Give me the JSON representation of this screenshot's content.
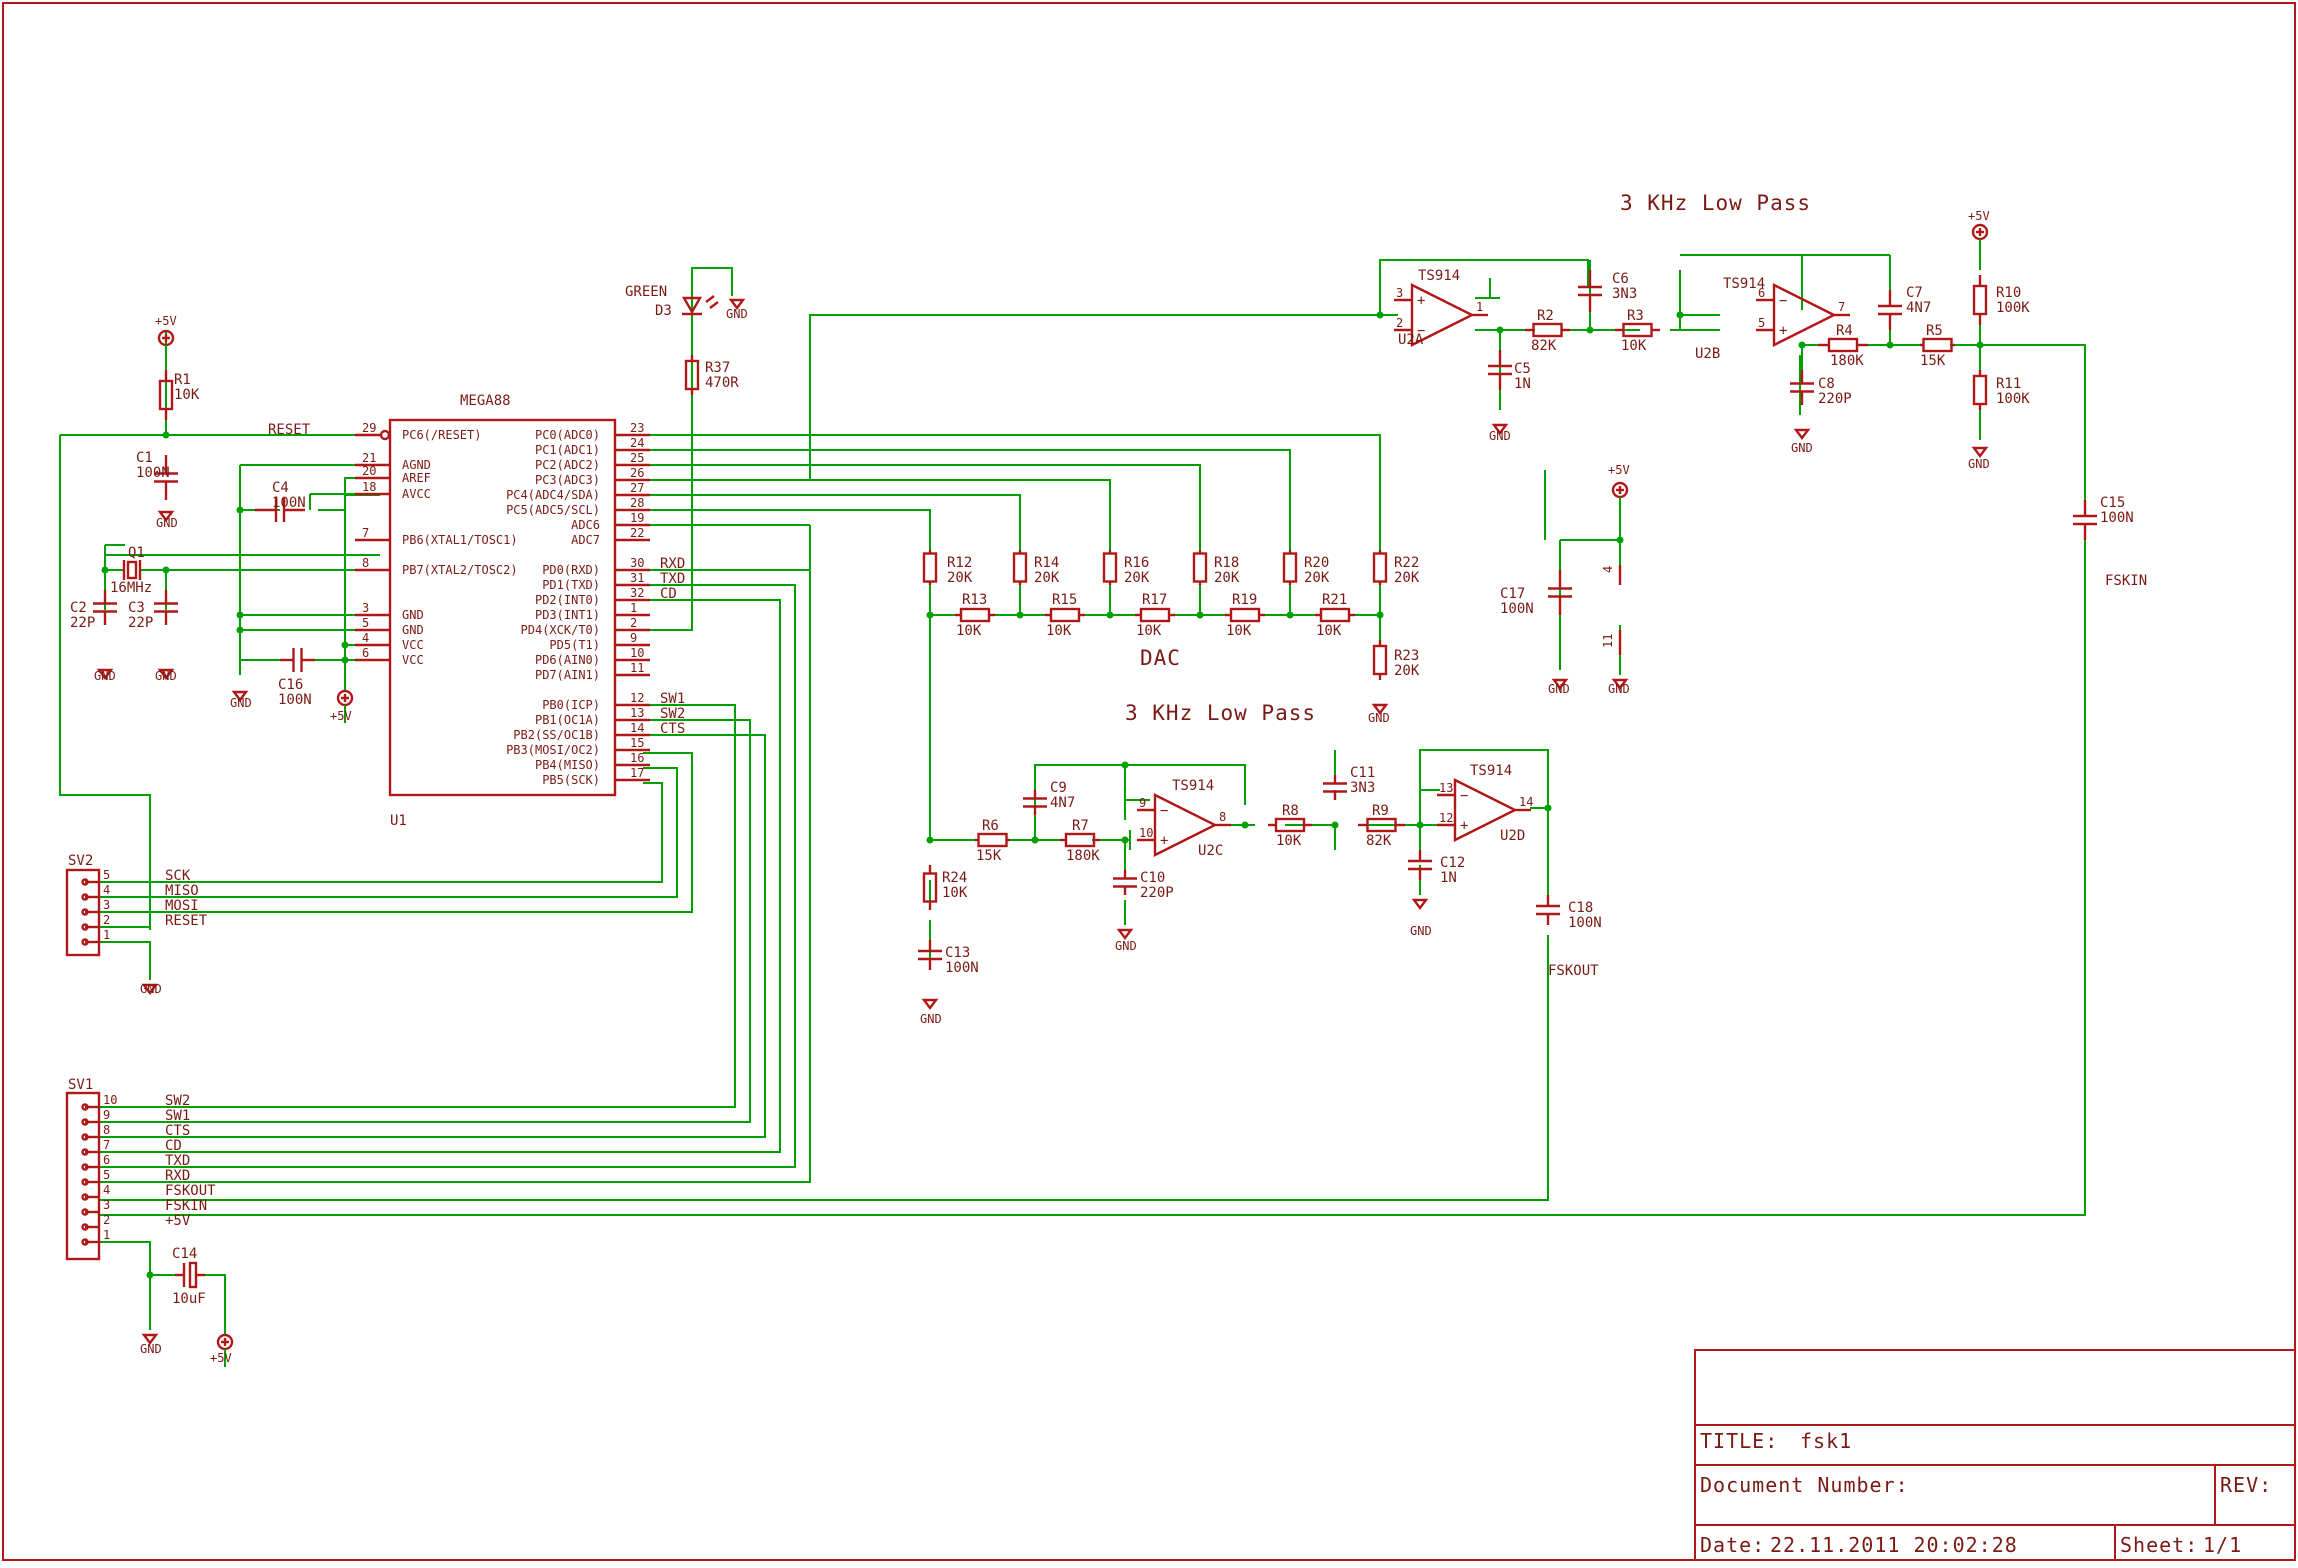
{
  "titles": {
    "lp_top": "3 KHz Low Pass",
    "lp_bottom": "3 KHz Low Pass",
    "dac": "DAC"
  },
  "ic": {
    "name": "MEGA88",
    "ref": "U1",
    "left_pins": [
      {
        "num": "29",
        "name": "PC6(/RESET)"
      },
      {
        "num": "21",
        "name": "AGND"
      },
      {
        "num": "20",
        "name": "AREF"
      },
      {
        "num": "18",
        "name": "AVCC"
      },
      {
        "num": "7",
        "name": "PB6(XTAL1/TOSC1)"
      },
      {
        "num": "8",
        "name": "PB7(XTAL2/TOSC2)"
      },
      {
        "num": "3",
        "name": "GND"
      },
      {
        "num": "5",
        "name": "GND"
      },
      {
        "num": "4",
        "name": "VCC"
      },
      {
        "num": "6",
        "name": "VCC"
      }
    ],
    "right_pins": [
      {
        "num": "23",
        "name": "PC0(ADC0)",
        "net": ""
      },
      {
        "num": "24",
        "name": "PC1(ADC1)",
        "net": ""
      },
      {
        "num": "25",
        "name": "PC2(ADC2)",
        "net": ""
      },
      {
        "num": "26",
        "name": "PC3(ADC3)",
        "net": ""
      },
      {
        "num": "27",
        "name": "PC4(ADC4/SDA)",
        "net": ""
      },
      {
        "num": "28",
        "name": "PC5(ADC5/SCL)",
        "net": ""
      },
      {
        "num": "19",
        "name": "ADC6",
        "net": ""
      },
      {
        "num": "22",
        "name": "ADC7",
        "net": ""
      },
      {
        "num": "30",
        "name": "PD0(RXD)",
        "net": "RXD"
      },
      {
        "num": "31",
        "name": "PD1(TXD)",
        "net": "TXD"
      },
      {
        "num": "32",
        "name": "PD2(INT0)",
        "net": "CD"
      },
      {
        "num": "1",
        "name": "PD3(INT1)",
        "net": ""
      },
      {
        "num": "2",
        "name": "PD4(XCK/T0)",
        "net": ""
      },
      {
        "num": "9",
        "name": "PD5(T1)",
        "net": ""
      },
      {
        "num": "10",
        "name": "PD6(AIN0)",
        "net": ""
      },
      {
        "num": "11",
        "name": "PD7(AIN1)",
        "net": ""
      },
      {
        "num": "12",
        "name": "PB0(ICP)",
        "net": "SW1"
      },
      {
        "num": "13",
        "name": "PB1(OC1A)",
        "net": "SW2"
      },
      {
        "num": "14",
        "name": "PB2(SS/OC1B)",
        "net": "CTS"
      },
      {
        "num": "15",
        "name": "PB3(MOSI/OC2)",
        "net": ""
      },
      {
        "num": "16",
        "name": "PB4(MISO)",
        "net": ""
      },
      {
        "num": "17",
        "name": "PB5(SCK)",
        "net": ""
      }
    ]
  },
  "nets": {
    "reset": "RESET",
    "fskin": "FSKIN",
    "fskout": "FSKOUT"
  },
  "power": {
    "vcc": "+5V",
    "gnd": "GND"
  },
  "parts": {
    "R1": {
      "ref": "R1",
      "val": "10K"
    },
    "C1": {
      "ref": "C1",
      "val": "100N"
    },
    "C4": {
      "ref": "C4",
      "val": "100N"
    },
    "Q1": {
      "ref": "Q1",
      "val": "16MHz"
    },
    "C2": {
      "ref": "C2",
      "val": "22P"
    },
    "C3": {
      "ref": "C3",
      "val": "22P"
    },
    "C16": {
      "ref": "C16",
      "val": "100N"
    },
    "D3": {
      "ref": "D3",
      "val": "GREEN"
    },
    "R37": {
      "ref": "R37",
      "val": "470R"
    },
    "R12": {
      "ref": "R12",
      "val": "20K"
    },
    "R14": {
      "ref": "R14",
      "val": "20K"
    },
    "R16": {
      "ref": "R16",
      "val": "20K"
    },
    "R18": {
      "ref": "R18",
      "val": "20K"
    },
    "R20": {
      "ref": "R20",
      "val": "20K"
    },
    "R22": {
      "ref": "R22",
      "val": "20K"
    },
    "R13": {
      "ref": "R13",
      "val": "10K"
    },
    "R15": {
      "ref": "R15",
      "val": "10K"
    },
    "R17": {
      "ref": "R17",
      "val": "10K"
    },
    "R19": {
      "ref": "R19",
      "val": "10K"
    },
    "R21": {
      "ref": "R21",
      "val": "10K"
    },
    "R23": {
      "ref": "R23",
      "val": "20K"
    },
    "U2A": {
      "ref": "U2A",
      "val": "TS914"
    },
    "U2B": {
      "ref": "U2B",
      "val": "TS914"
    },
    "U2C": {
      "ref": "U2C",
      "val": "TS914"
    },
    "U2D": {
      "ref": "U2D",
      "val": "TS914"
    },
    "C6": {
      "ref": "C6",
      "val": "3N3"
    },
    "C5": {
      "ref": "C5",
      "val": "1N"
    },
    "R2": {
      "ref": "R2",
      "val": "82K"
    },
    "R3": {
      "ref": "R3",
      "val": "10K"
    },
    "C7": {
      "ref": "C7",
      "val": "4N7"
    },
    "C8": {
      "ref": "C8",
      "val": "220P"
    },
    "R4": {
      "ref": "R4",
      "val": "180K"
    },
    "R5": {
      "ref": "R5",
      "val": "15K"
    },
    "R10": {
      "ref": "R10",
      "val": "100K"
    },
    "R11": {
      "ref": "R11",
      "val": "100K"
    },
    "C15": {
      "ref": "C15",
      "val": "100N"
    },
    "C17": {
      "ref": "C17",
      "val": "100N"
    },
    "R24": {
      "ref": "R24",
      "val": "10K"
    },
    "C13": {
      "ref": "C13",
      "val": "100N"
    },
    "R6": {
      "ref": "R6",
      "val": "15K"
    },
    "C9": {
      "ref": "C9",
      "val": "4N7"
    },
    "R7": {
      "ref": "R7",
      "val": "180K"
    },
    "C10": {
      "ref": "C10",
      "val": "220P"
    },
    "R8": {
      "ref": "R8",
      "val": "10K"
    },
    "C11": {
      "ref": "C11",
      "val": "3N3"
    },
    "R9": {
      "ref": "R9",
      "val": "82K"
    },
    "C12": {
      "ref": "C12",
      "val": "1N"
    },
    "C18": {
      "ref": "C18",
      "val": "100N"
    },
    "C14": {
      "ref": "C14",
      "val": "10uF"
    }
  },
  "opamp_pins": {
    "U2A": {
      "inv": "2",
      "noninv": "3",
      "out": "1",
      "pwr_pos": "4",
      "pwr_neg": "11"
    },
    "U2B": {
      "inv": "6",
      "noninv": "5",
      "out": "7"
    },
    "U2C": {
      "inv": "9",
      "noninv": "10",
      "out": "8"
    },
    "U2D": {
      "inv": "13",
      "noninv": "12",
      "out": "14"
    }
  },
  "sv2": {
    "ref": "SV2",
    "pins": [
      {
        "num": "5",
        "signal": "SCK"
      },
      {
        "num": "4",
        "signal": "MISO"
      },
      {
        "num": "3",
        "signal": "MOSI"
      },
      {
        "num": "2",
        "signal": "RESET"
      },
      {
        "num": "1",
        "signal": ""
      }
    ]
  },
  "sv1": {
    "ref": "SV1",
    "pins": [
      {
        "num": "10",
        "signal": "SW2"
      },
      {
        "num": "9",
        "signal": "SW1"
      },
      {
        "num": "8",
        "signal": "CTS"
      },
      {
        "num": "7",
        "signal": "CD"
      },
      {
        "num": "6",
        "signal": "TXD"
      },
      {
        "num": "5",
        "signal": "RXD"
      },
      {
        "num": "4",
        "signal": "FSKOUT"
      },
      {
        "num": "3",
        "signal": "FSKIN"
      },
      {
        "num": "2",
        "signal": "+5V"
      },
      {
        "num": "1",
        "signal": ""
      }
    ]
  },
  "titleblock": {
    "title_label": "TITLE:",
    "title": "fsk1",
    "docnum_label": "Document Number:",
    "rev_label": "REV:",
    "date_label": "Date:",
    "date": "22.11.2011 20:02:28",
    "sheet_label": "Sheet:",
    "sheet": "1/1"
  }
}
